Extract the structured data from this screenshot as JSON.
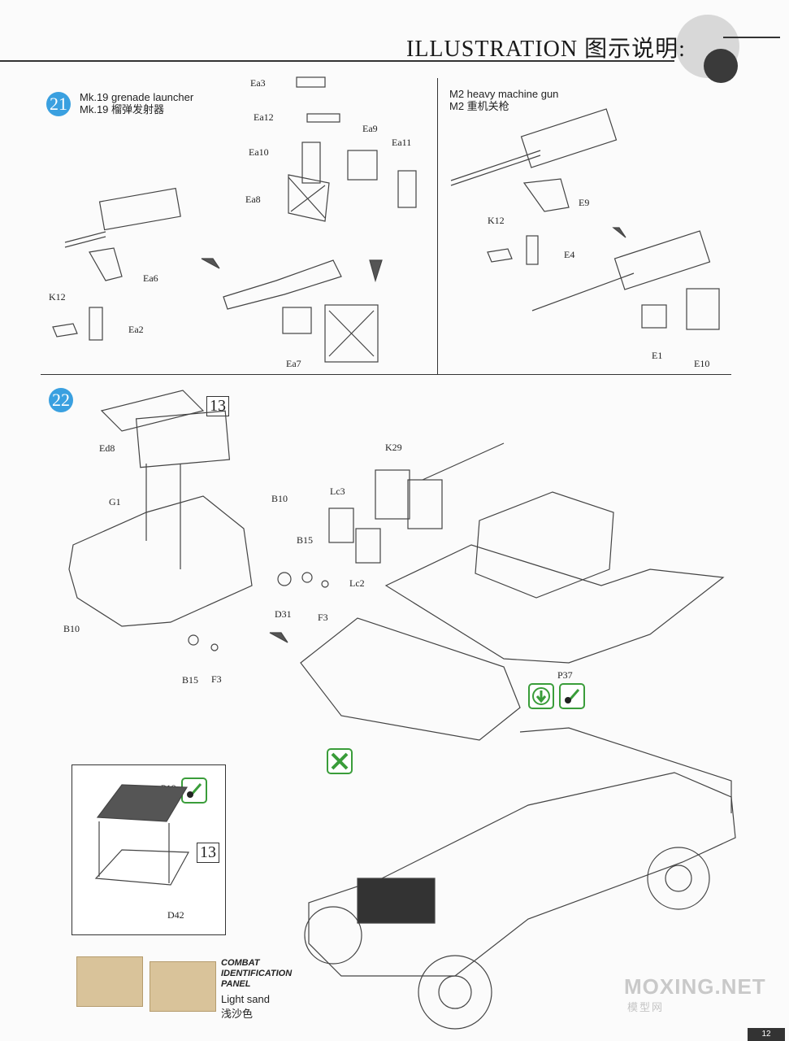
{
  "header": {
    "title": "ILLUSTRATION 图示说明:"
  },
  "step21": {
    "number": "21",
    "mk19_en": "Mk.19 grenade launcher",
    "mk19_zh": "Mk.19 榴弹发射器",
    "m2_en": "M2 heavy machine gun",
    "m2_zh": "M2 重机关枪",
    "parts": {
      "ea3": "Ea3",
      "ea12": "Ea12",
      "ea9": "Ea9",
      "ea10": "Ea10",
      "ea11": "Ea11",
      "ea8": "Ea8",
      "ea6": "Ea6",
      "k12a": "K12",
      "ea2": "Ea2",
      "ea7": "Ea7",
      "e9": "E9",
      "k12b": "K12",
      "e4": "E4",
      "e1": "E1",
      "e10": "E10"
    }
  },
  "step22": {
    "number": "22",
    "parts": {
      "ed8": "Ed8",
      "box13a": "13",
      "g1": "G1",
      "b10a": "B10",
      "b15a": "B15",
      "d31": "D31",
      "f3a": "F3",
      "b10b": "B10",
      "b15b": "B15",
      "f3b": "F3",
      "k29": "K29",
      "lc3": "Lc3",
      "lc2": "Lc2",
      "p37": "P37",
      "p18": "P18",
      "box13b": "13",
      "d42": "D42"
    }
  },
  "legend": {
    "title_line1": "COMBAT",
    "title_line2": "IDENTIFICATION",
    "title_line3": "PANEL",
    "color_en": "Light sand",
    "color_zh": "浅沙色",
    "swatch_color": "#d9c39a"
  },
  "watermark": {
    "main": "MOXING.NET",
    "sub": "模型网"
  },
  "page": {
    "number": "12"
  },
  "icons": [
    "press-down-icon",
    "paint-icon",
    "glue-cross-icon"
  ]
}
